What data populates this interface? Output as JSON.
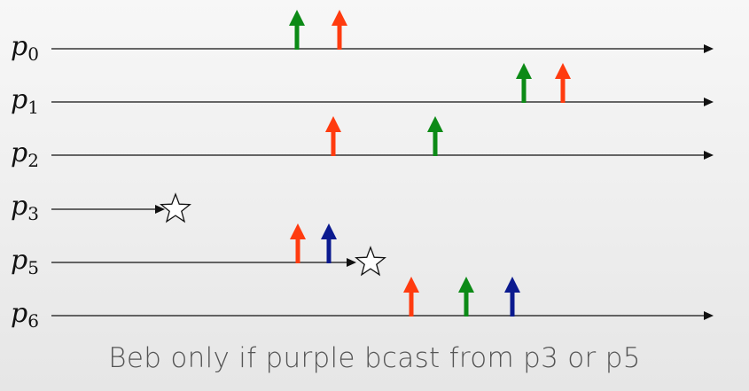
{
  "processes": [
    {
      "name": "p",
      "sub": "0",
      "ends_with_crash": false,
      "arrows": [
        {
          "color": "green"
        },
        {
          "color": "red"
        }
      ]
    },
    {
      "name": "p",
      "sub": "1",
      "ends_with_crash": false,
      "arrows": [
        {
          "color": "green"
        },
        {
          "color": "red"
        }
      ]
    },
    {
      "name": "p",
      "sub": "2",
      "ends_with_crash": false,
      "arrows": [
        {
          "color": "red"
        },
        {
          "color": "green"
        }
      ]
    },
    {
      "name": "p",
      "sub": "3",
      "ends_with_crash": true,
      "arrows": []
    },
    {
      "name": "p",
      "sub": "5",
      "ends_with_crash": true,
      "arrows": [
        {
          "color": "red"
        },
        {
          "color": "blue"
        }
      ]
    },
    {
      "name": "p",
      "sub": "6",
      "ends_with_crash": false,
      "arrows": [
        {
          "color": "red"
        },
        {
          "color": "green"
        },
        {
          "color": "blue"
        }
      ]
    }
  ],
  "colors": {
    "red": "#ff3b0f",
    "green": "#0c8a16",
    "blue": "#0b1a8f",
    "line": "#111111"
  },
  "caption": "Beb only if purple bcast from p3 or p5"
}
